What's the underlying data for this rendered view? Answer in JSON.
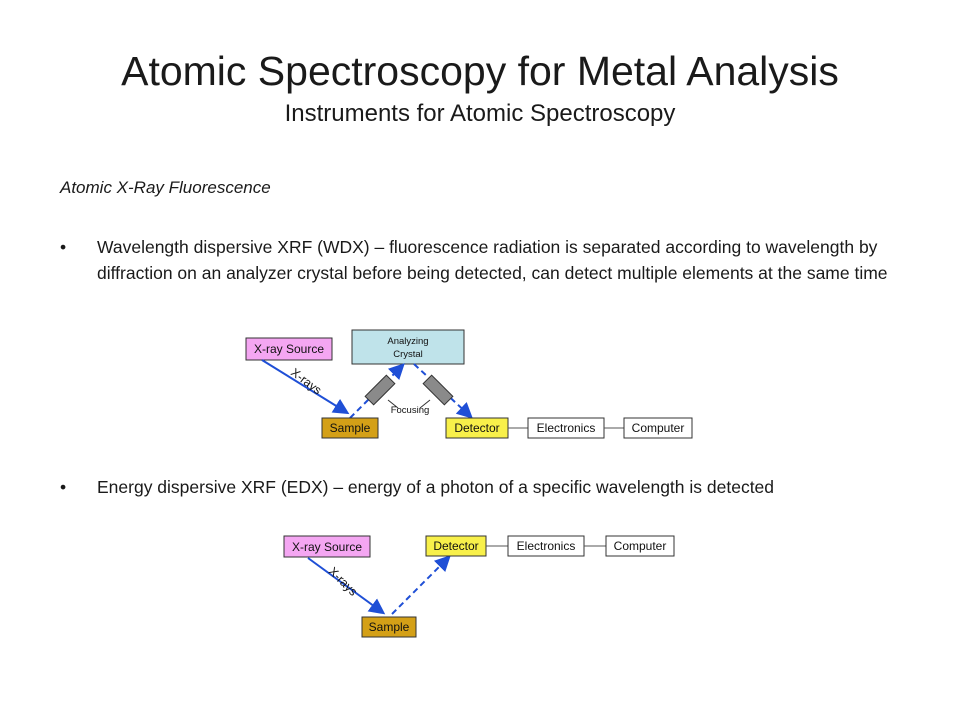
{
  "title": "Atomic Spectroscopy for Metal Analysis",
  "subtitle": "Instruments for Atomic Spectroscopy",
  "section_heading": "Atomic X-Ray Fluorescence",
  "bullets": [
    {
      "marker": "•",
      "text": "Wavelength dispersive XRF (WDX) – fluorescence radiation is separated according to wavelength by diffraction on an analyzer crystal before being detected, can detect multiple elements at the same time"
    },
    {
      "marker": "•",
      "text": "Energy dispersive XRF (EDX) – energy of a photon of a specific wavelength is detected"
    }
  ],
  "diagram_wdx": {
    "xray_source": "X-ray Source",
    "analyzing_crystal_line1": "Analyzing",
    "analyzing_crystal_line2": "Crystal",
    "xrays": "X-rays",
    "focusing": "Focusing",
    "sample": "Sample",
    "detector": "Detector",
    "electronics": "Electronics",
    "computer": "Computer"
  },
  "diagram_edx": {
    "xray_source": "X-ray Source",
    "xrays": "X-rays",
    "sample": "Sample",
    "detector": "Detector",
    "electronics": "Electronics",
    "computer": "Computer"
  },
  "colors": {
    "source": "#f4a6f2",
    "crystal": "#bfe3ea",
    "sample": "#d4a017",
    "detector": "#f8f04a",
    "arrow": "#1f4fd6"
  }
}
